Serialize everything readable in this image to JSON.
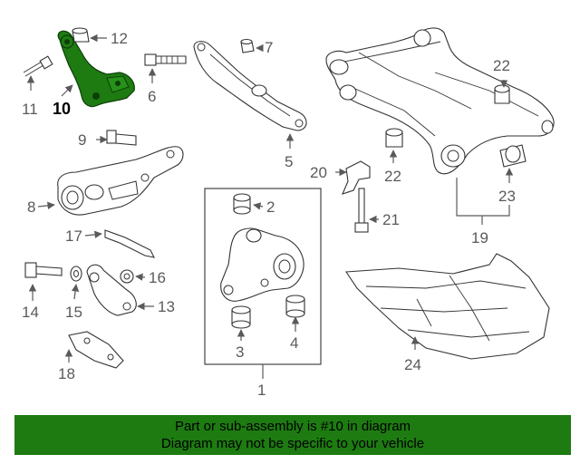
{
  "diagram": {
    "highlighted_part": "10",
    "highlight_color": "#1e7b12",
    "callouts": {
      "c1": "1",
      "c2": "2",
      "c3": "3",
      "c4": "4",
      "c5": "5",
      "c6": "6",
      "c7": "7",
      "c8": "8",
      "c9": "9",
      "c10": "10",
      "c11": "11",
      "c12": "12",
      "c13": "13",
      "c14": "14",
      "c15": "15",
      "c16": "16",
      "c17": "17",
      "c18": "18",
      "c19": "19",
      "c20": "20",
      "c21": "21",
      "c22a": "22",
      "c22b": "22",
      "c23": "23",
      "c24": "24"
    }
  },
  "banner": {
    "line1": "Part or sub-assembly is #10 in diagram",
    "line2": "Diagram may not be specific to your vehicle",
    "background": "#1e7b12"
  }
}
